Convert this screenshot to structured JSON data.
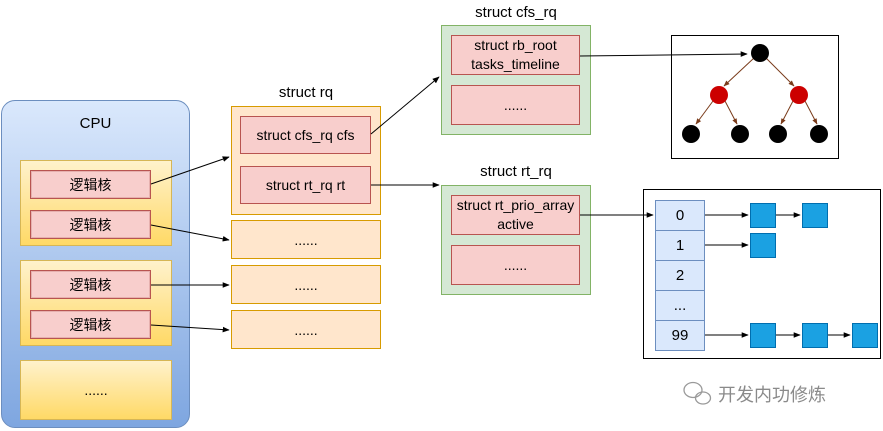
{
  "cpu": {
    "title": "CPU",
    "cores": [
      "逻辑核",
      "逻辑核",
      "逻辑核",
      "逻辑核"
    ],
    "more": "......"
  },
  "rq": {
    "title": "struct rq",
    "cfs": "struct cfs_rq cfs",
    "rt": "struct rt_rq rt",
    "more": [
      "......",
      "......",
      "......"
    ]
  },
  "cfs_rq": {
    "title": "struct cfs_rq",
    "root_line1": "struct rb_root",
    "root_line2": "tasks_timeline",
    "more": "......"
  },
  "rt_rq": {
    "title": "struct rt_rq",
    "active_line1": "struct rt_prio_array",
    "active_line2": "active",
    "more": "......"
  },
  "prio_array": {
    "indices": [
      "0",
      "1",
      "2",
      "...",
      "99"
    ]
  },
  "rbtree": {
    "node_colors": [
      "black",
      "red",
      "red",
      "black",
      "black",
      "black",
      "black"
    ]
  },
  "colors": {
    "tree_red": "#cc0000",
    "tree_black": "#000000",
    "queue_square": "#1ba1e2",
    "arrow_tree": "#7a3b1a"
  },
  "watermark": {
    "text": "开发内功修炼",
    "icon": "wechat-icon"
  }
}
